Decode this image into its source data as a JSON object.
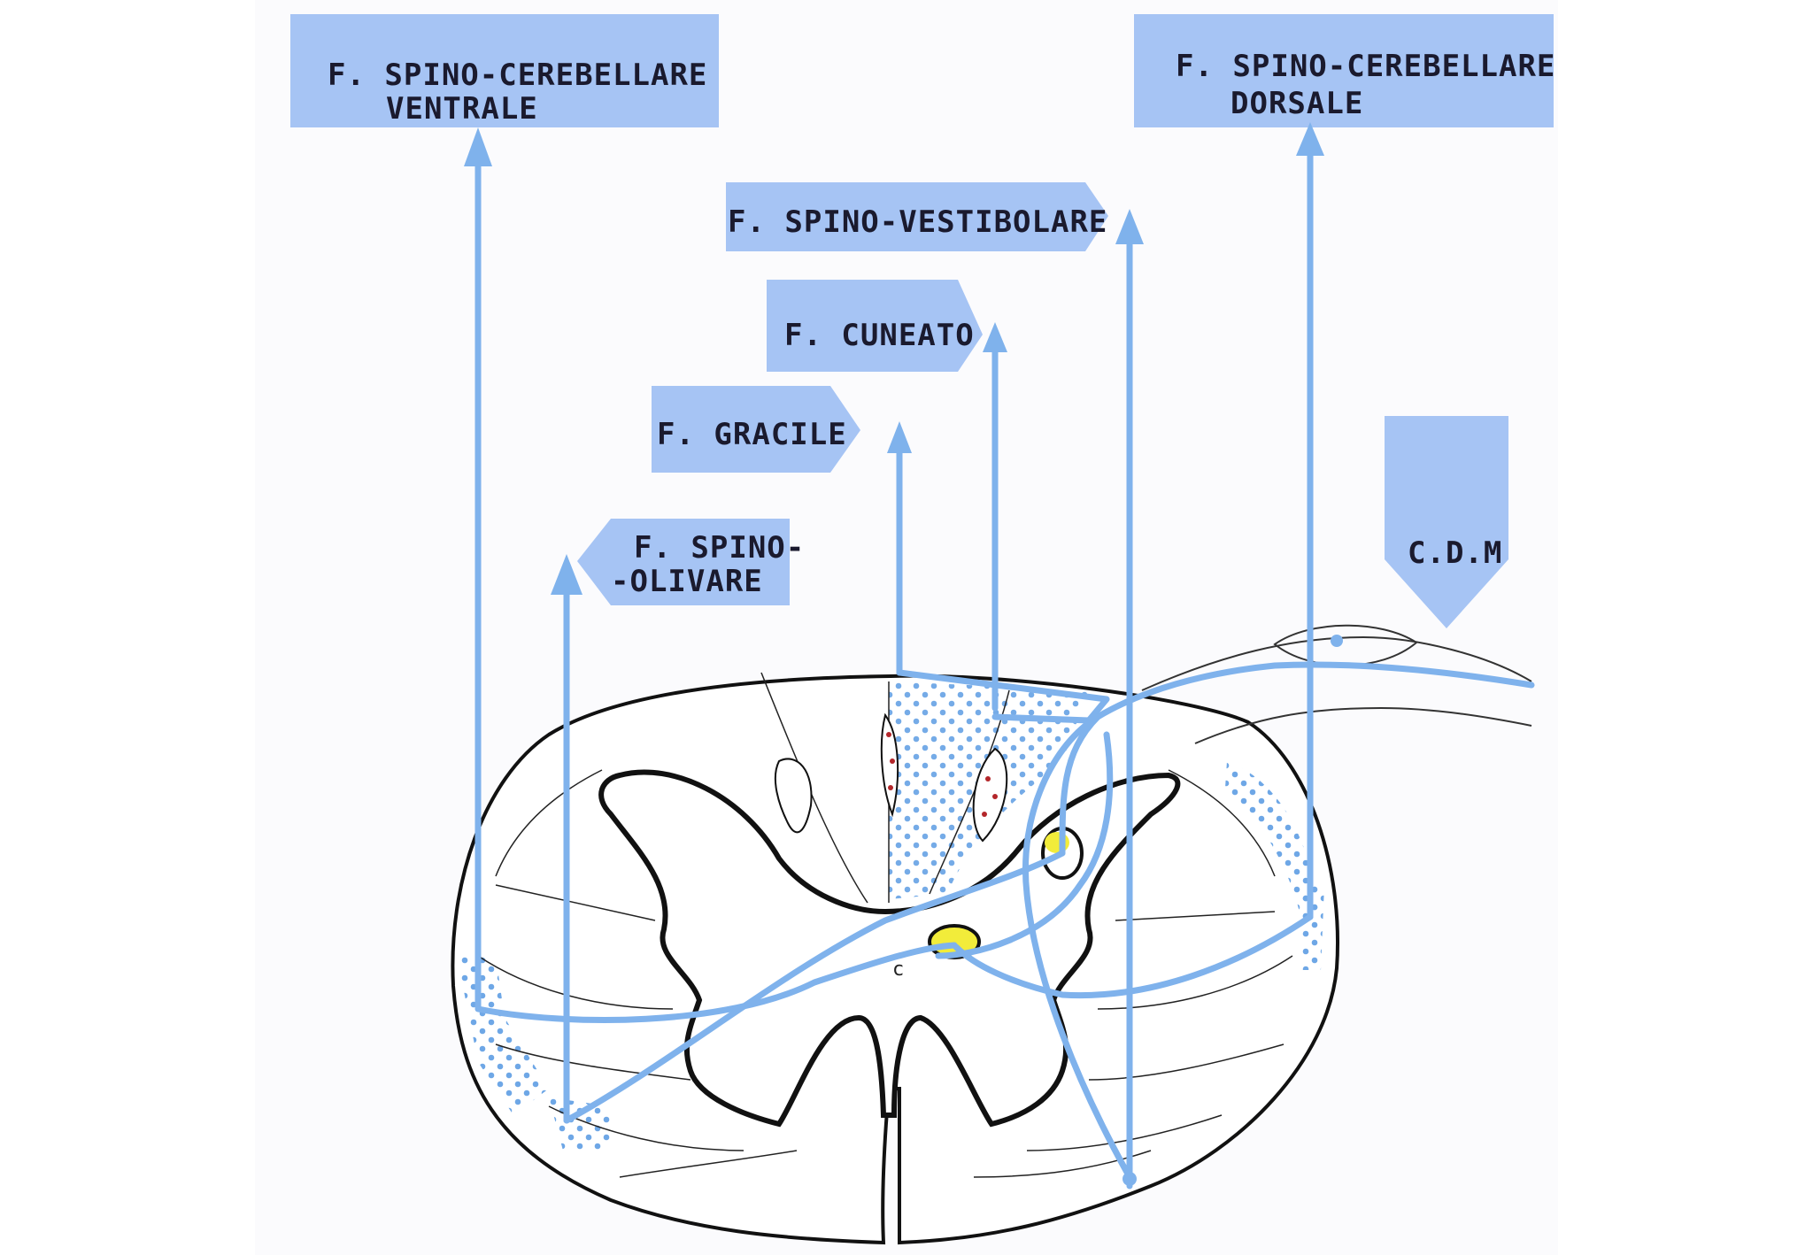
{
  "colors": {
    "box_fill": "#a6c4f4",
    "pathway": "#7fb2ec",
    "dots": "#6ea7e6",
    "outline": "#111111",
    "nucleus_yellow": "#f2ec3a",
    "red_dots": "#b3262a"
  },
  "labels": {
    "ventral": {
      "line1": "F. SPINO-CEREBELLARE",
      "line2": "VENTRALE"
    },
    "dorsal": {
      "line1": "F. SPINO-CEREBELLARE",
      "line2": "DORSALE"
    },
    "vestibolare": "F. SPINO-VESTIBOLARE",
    "cuneato": "F. CUNEATO",
    "gracile": "F. GRACILE",
    "olivare": {
      "line1": "F. SPINO-",
      "line2": "-OLIVARE"
    },
    "cdm": "C.D.M"
  },
  "misc": {
    "central_canal": "c"
  }
}
